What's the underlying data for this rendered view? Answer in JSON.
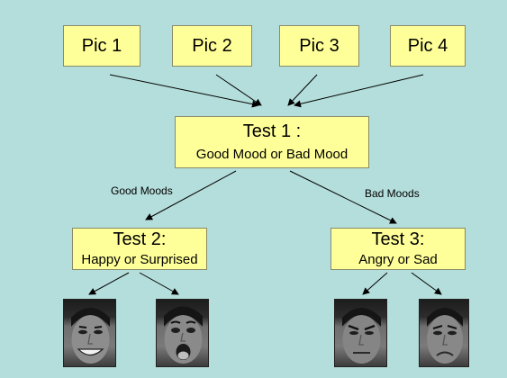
{
  "pics": [
    "Pic 1",
    "Pic 2",
    "Pic 3",
    "Pic 4"
  ],
  "test1": {
    "title": "Test 1 :",
    "subtitle": "Good Mood or Bad Mood"
  },
  "test2": {
    "title": "Test 2:",
    "subtitle": "Happy or Surprised"
  },
  "test3": {
    "title": "Test 3:",
    "subtitle": "Angry or Sad"
  },
  "edge_labels": {
    "good": "Good Moods",
    "bad": "Bad Moods"
  },
  "faces": [
    "happy",
    "surprised",
    "angry",
    "sad"
  ],
  "colors": {
    "background": "#b4dedb",
    "box_fill": "#ffff99",
    "arrow": "#000000"
  }
}
